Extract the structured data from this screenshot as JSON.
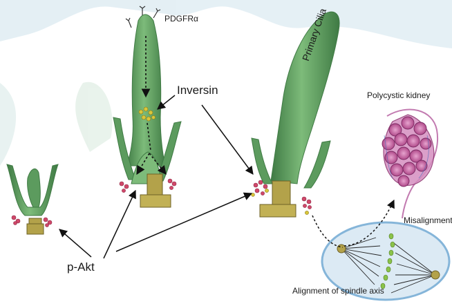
{
  "labels": {
    "pdgfr": "PDGFRα",
    "inversin": "Inversin",
    "primary_cilia": "Primary Cilia",
    "polycystic_kidney": "Polycystic kidney",
    "misalignment": "Misalignment",
    "pakt": "p-Akt",
    "spindle_axis": "Alignment of spindle axis"
  },
  "colors": {
    "cilia_green": "#5c9b5e",
    "cilia_dark": "#3f7a44",
    "basal_body": "#b3a24a",
    "pakt_red": "#d0486a",
    "inversin_yellow": "#d9c63a",
    "kidney_purple": "#b04a8a",
    "spindle_blue": "#7fb2d8",
    "background_blue": "#cfe3ec"
  }
}
